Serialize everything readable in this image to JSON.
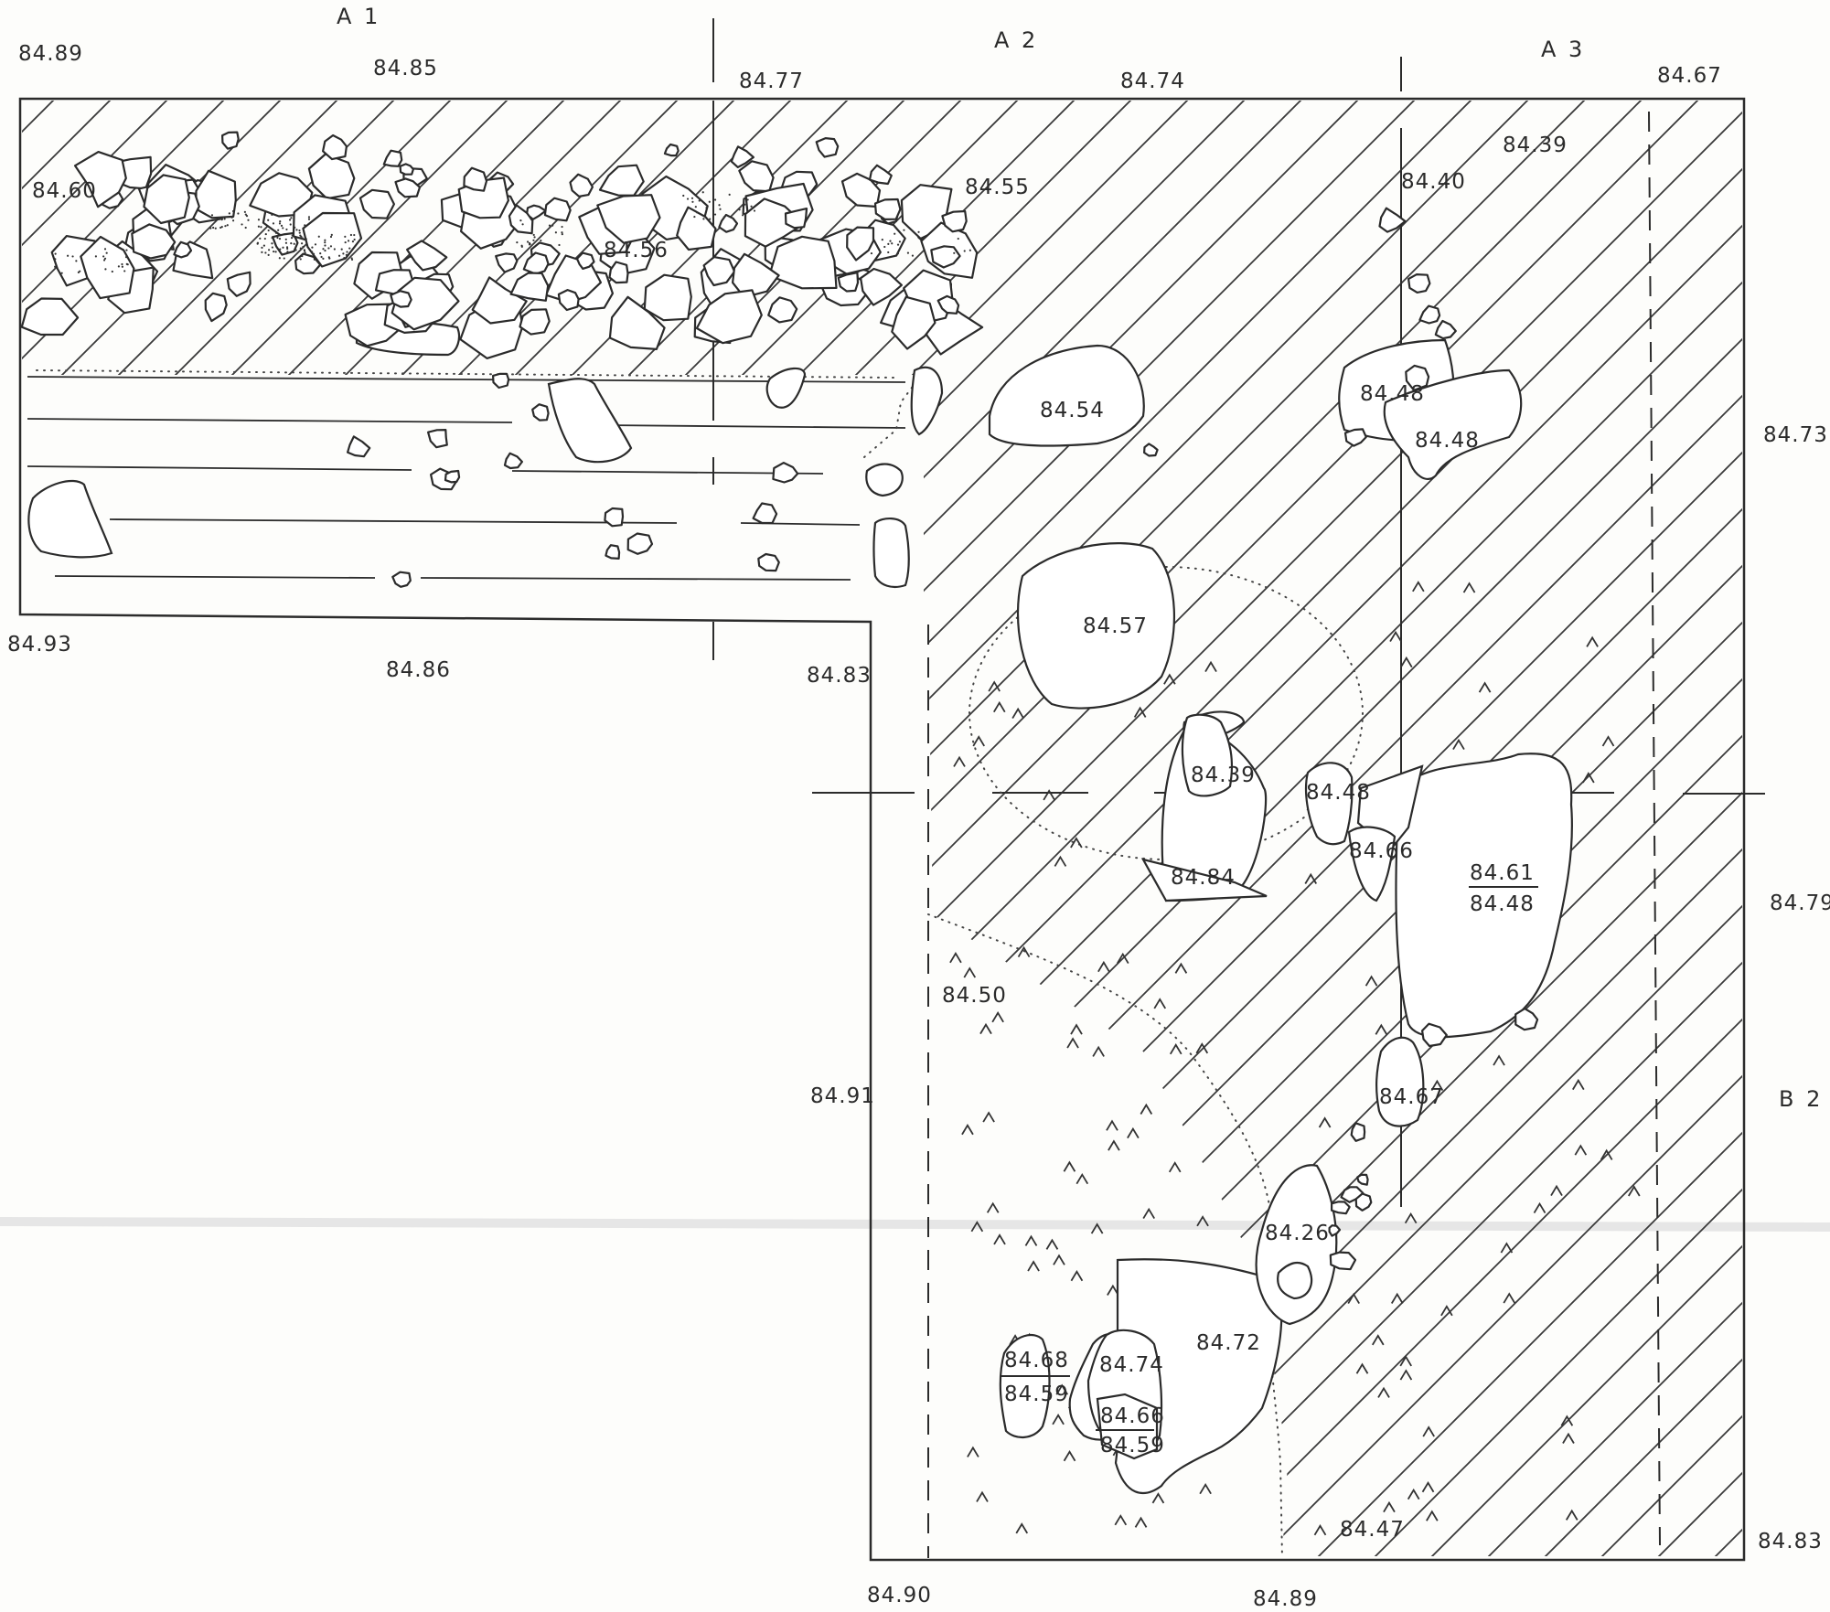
{
  "grid_labels": [
    {
      "id": "A1",
      "text": "A 1"
    },
    {
      "id": "A2",
      "text": "A 2"
    },
    {
      "id": "A3",
      "text": "A 3"
    },
    {
      "id": "B2",
      "text": "B 2"
    }
  ],
  "border_levels": [
    "84.89",
    "84.85",
    "84.77",
    "84.74",
    "84.67",
    "84.73",
    "84.79",
    "84.93",
    "84.86",
    "84.83",
    "84.91",
    "84.90",
    "84.89",
    "84.83"
  ],
  "stone_levels": [
    "84.60",
    "84.56",
    "84.55",
    "84.39",
    "84.40",
    "84.48",
    "84.48",
    "84.54",
    "84.57",
    "84.39",
    "84.48",
    "84.66",
    "84.84",
    "84.61",
    "84.48",
    "84.50",
    "84.67",
    "84.26",
    "84.72",
    "84.68",
    "84.59",
    "84.74",
    "84.66",
    "84.59",
    "84.47"
  ]
}
